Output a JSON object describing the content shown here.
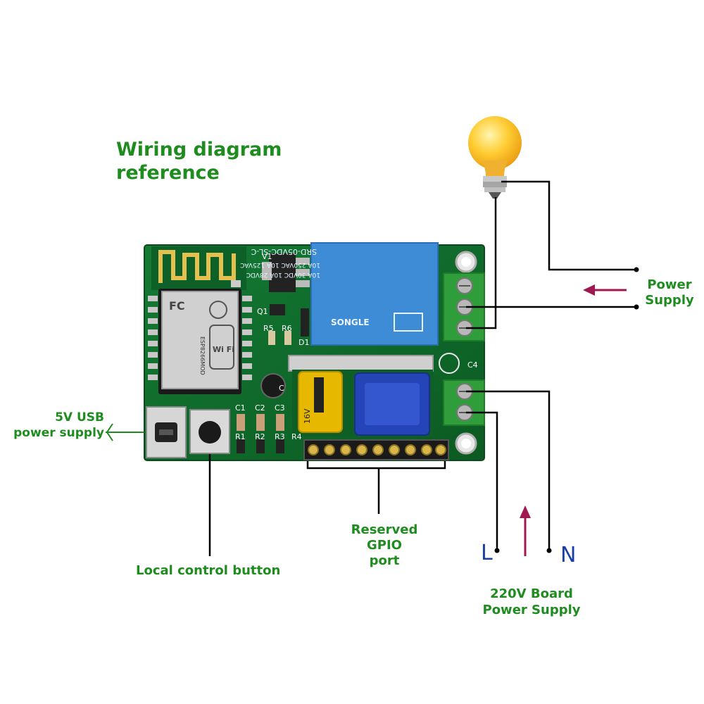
{
  "title": "Wiring diagram\nreference",
  "labels": {
    "usb_power": "5V USB\npower supply",
    "local_button": "Local control button",
    "gpio": "Reserved\nGPIO port",
    "power_supply": "Power\nSupply",
    "board_power": "220V Board\nPower Supply",
    "live": "L",
    "neutral": "N"
  },
  "board": {
    "relay_text_1": "SRD-05VDC-SL-C",
    "relay_text_2": "10A 250VAC 10A 125VAC",
    "relay_text_3": "10A 30VDC 10A 28VDC",
    "relay_brand": "SONGLE",
    "capacitor_text": "16V",
    "module_text": "ESP8266MOD",
    "module_brand": "Wi Fi",
    "silk_V1": "V1",
    "silk_Q1": "Q1",
    "silk_R5": "R5",
    "silk_R6": "R6",
    "silk_D1": "D1",
    "silk_C": "C",
    "silk_C1": "C1",
    "silk_C2": "C2",
    "silk_C3": "C3",
    "silk_C4": "C4",
    "silk_R1": "R1",
    "silk_R2": "R2",
    "silk_R3": "R3",
    "silk_R4": "R4"
  },
  "colors": {
    "label_green": "#1e8c1e",
    "pcb_green": "#0f6b2a",
    "arrow": "#a01850",
    "wire": "#000000",
    "relay_blue": "#3f8cd6",
    "terminal_green": "#2f9e3a",
    "ln_blue": "#1a3fa8"
  },
  "icons": [
    "light-bulb-icon",
    "arrow-left-icon",
    "arrow-up-icon"
  ]
}
